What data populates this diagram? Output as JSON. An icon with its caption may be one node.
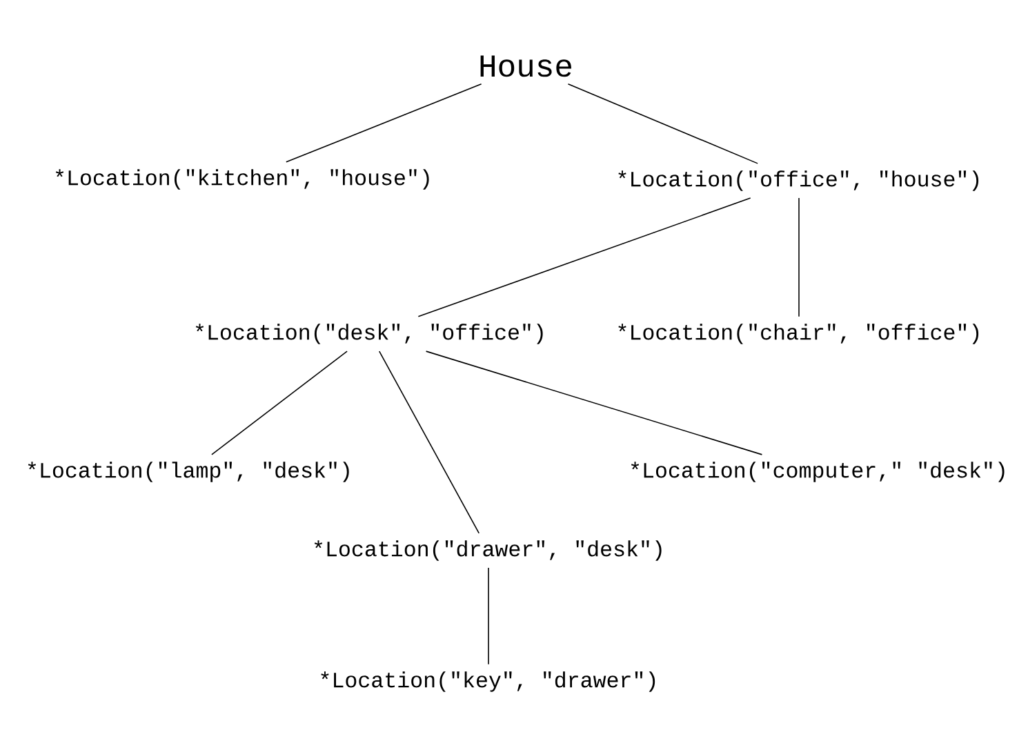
{
  "diagram": {
    "nodes": [
      {
        "text": [
          "House"
        ]
      },
      {
        "text": [
          "*Location(\"kitchen\", \"house\")"
        ]
      },
      {
        "text": [
          "*Location(\"office\", \"house\")"
        ]
      },
      {
        "text": [
          "*Location(\"desk\", \"office\")"
        ]
      },
      {
        "text": [
          "*Location(\"chair\", \"office\")"
        ]
      },
      {
        "text": [
          "*Location(\"lamp\", \"desk\")"
        ]
      },
      {
        "text": [
          "*Location(\"drawer\", \"desk\")"
        ]
      },
      {
        "text": [
          "*Location(\"computer,\" \"desk\")"
        ]
      },
      {
        "text": [
          "*Location(\"key\", \"drawer\")"
        ]
      }
    ],
    "edges": [
      {
        "from": 0,
        "to": 1,
        "arrow": "none"
      },
      {
        "from": 0,
        "to": 2,
        "arrow": "none"
      },
      {
        "from": 2,
        "to": 3,
        "arrow": "none"
      },
      {
        "from": 2,
        "to": 4,
        "arrow": "none"
      },
      {
        "from": 3,
        "to": 5,
        "arrow": "none"
      },
      {
        "from": 3,
        "to": 6,
        "arrow": "none"
      },
      {
        "from": 3,
        "to": 7,
        "arrow": "none"
      },
      {
        "from": 6,
        "to": 8,
        "arrow": "none"
      }
    ]
  }
}
